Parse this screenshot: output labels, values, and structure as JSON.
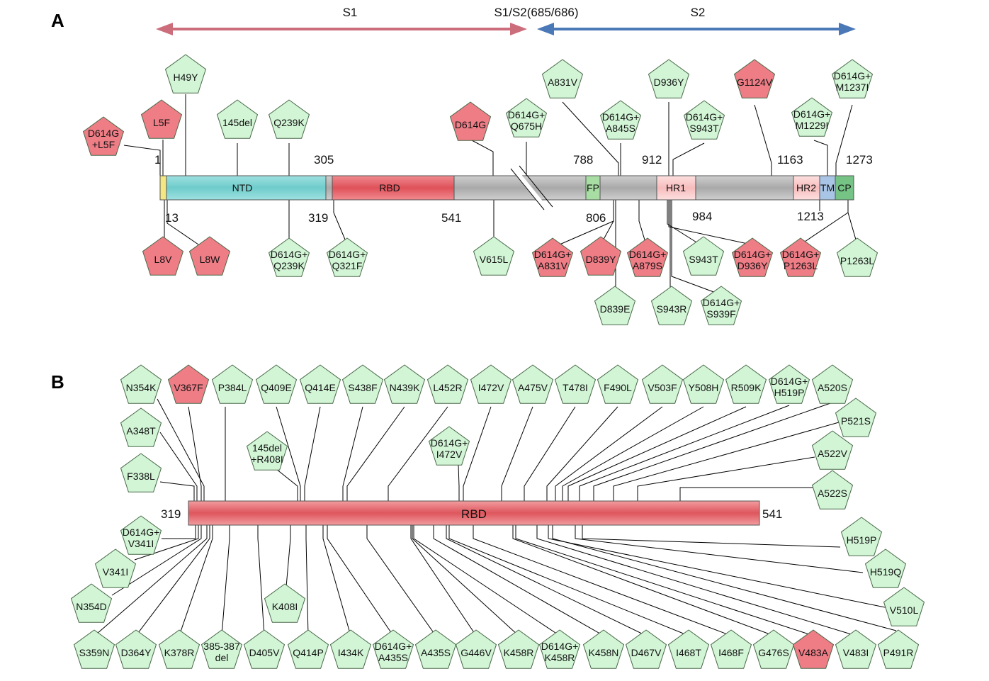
{
  "panelA": {
    "letter": "A",
    "arrows": {
      "s1": "S1",
      "cleavage": "S1/S2(685/686)",
      "s2": "S2"
    },
    "domains": {
      "ntd": "NTD",
      "rbd": "RBD",
      "fp": "FP",
      "hr1": "HR1",
      "hr2": "HR2",
      "tm": "TM",
      "cp": "CP"
    },
    "numbers": [
      "1",
      "305",
      "788",
      "912",
      "1163",
      "1273",
      "13",
      "319",
      "541",
      "806",
      "984",
      "1213"
    ],
    "mutations_above": [
      "D614G +L5F",
      "L5F",
      "H49Y",
      "145del",
      "Q239K",
      "D614G",
      "D614G+ Q675H",
      "A831V",
      "D614G+ A845S",
      "D936Y",
      "D614G+ S943T",
      "G1124V",
      "D614G+ M1229I",
      "D614G+ M1237I"
    ],
    "mutations_below": [
      "L8V",
      "L8W",
      "D614G+ Q239K",
      "D614G+ Q321F",
      "V615L",
      "D614G+ A831V",
      "D839Y",
      "D614G+ A879S",
      "S943T",
      "D614G+ D936Y",
      "D614G+ P1263L",
      "P1263L",
      "D839E",
      "S943R",
      "D614G+ S939F"
    ]
  },
  "panelB": {
    "letter": "B",
    "bar": {
      "label": "RBD",
      "start": "319",
      "end": "541"
    },
    "top": [
      "N354K",
      "V367F",
      "P384L",
      "Q409E",
      "Q414E",
      "S438F",
      "N439K",
      "L452R",
      "I472V",
      "A475V",
      "T478I",
      "F490L",
      "V503F",
      "Y508H",
      "R509K",
      "D614G+ H519P",
      "A520S"
    ],
    "top_extra": [
      "145del +R408I",
      "D614G+ I472V"
    ],
    "left": [
      "A348T",
      "F338L"
    ],
    "right_upper": [
      "P521S",
      "A522V",
      "A522S"
    ],
    "lower_left": [
      "D614G+ V341I",
      "V341I",
      "N354D",
      "K408I"
    ],
    "right_lower": [
      "H519P",
      "H519Q",
      "V510L"
    ],
    "bottom": [
      "S359N",
      "D364Y",
      "K378R",
      "385-387 del",
      "D405V",
      "Q414P",
      "I434K",
      "D614G+ A435S",
      "A435S",
      "G446V",
      "K458R",
      "D614G+ K458R",
      "K458N",
      "D467V",
      "I468T",
      "I468F",
      "G476S",
      "V483A",
      "V483I",
      "P491R"
    ]
  },
  "colors": {
    "green_fill": "#d2f5d6",
    "red_fill": "#ee7d86",
    "ntd": "#74cfcf",
    "rbd": "#e3585f",
    "gray": "#b4b4b4",
    "fp": "#a8dea3",
    "hr": "#f9c3c3",
    "tm": "#a9c5e5",
    "cp": "#75c485",
    "yellow": "#f4e683",
    "arrow_s1": "#cc6d7c",
    "arrow_s2": "#4b78b6"
  }
}
